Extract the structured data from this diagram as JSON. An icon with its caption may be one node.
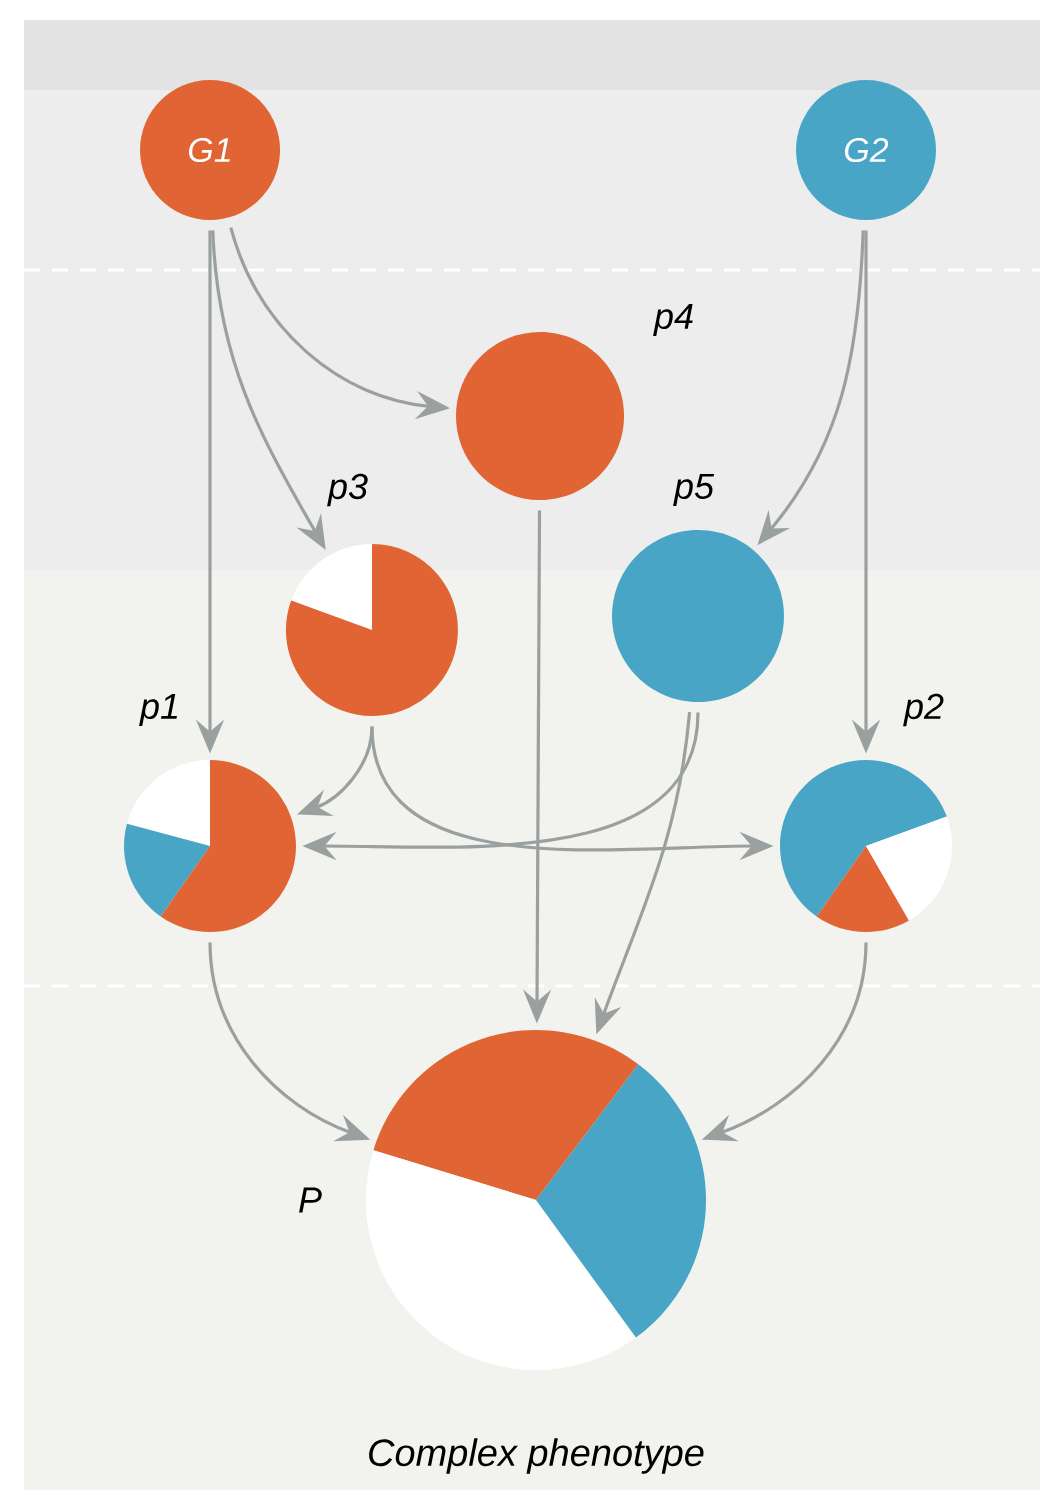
{
  "diagram": {
    "caption": "Complex phenotype",
    "nodes": [
      {
        "text": [
          "G1"
        ]
      },
      {
        "text": [
          "G2"
        ]
      },
      {
        "text": [],
        "shape": "circle",
        "beside": [
          "p4"
        ]
      },
      {
        "text": [],
        "shape": "circle",
        "beside": [
          "p3"
        ]
      },
      {
        "text": [],
        "shape": "circle",
        "beside": [
          "p5"
        ]
      },
      {
        "text": [],
        "shape": "circle",
        "beside": [
          "p1"
        ]
      },
      {
        "text": [],
        "shape": "circle",
        "beside": [
          "p2"
        ]
      },
      {
        "text": [],
        "shape": "circle",
        "beside": [
          "P"
        ]
      }
    ],
    "edges": [
      {
        "from": 0,
        "to": 2,
        "arrow": "to"
      },
      {
        "from": 0,
        "to": 3,
        "arrow": "to"
      },
      {
        "from": 0,
        "to": 5,
        "arrow": "to"
      },
      {
        "from": 1,
        "to": 4,
        "arrow": "to"
      },
      {
        "from": 1,
        "to": 6,
        "arrow": "to"
      },
      {
        "from": 2,
        "to": 7,
        "arrow": "to"
      },
      {
        "from": 3,
        "to": 5,
        "arrow": "to"
      },
      {
        "from": 3,
        "to": 6,
        "arrow": "to"
      },
      {
        "from": 4,
        "to": 5,
        "arrow": "to"
      },
      {
        "from": 4,
        "to": 7,
        "arrow": "to"
      },
      {
        "from": 5,
        "to": 7,
        "arrow": "to"
      },
      {
        "from": 6,
        "to": 7,
        "arrow": "to"
      }
    ]
  }
}
